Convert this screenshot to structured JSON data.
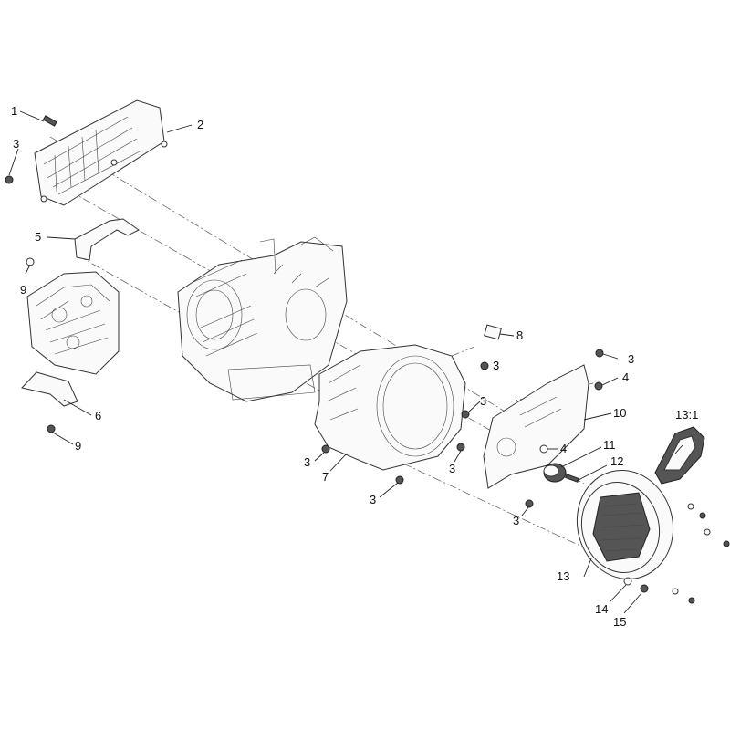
{
  "callouts": {
    "c1": "1",
    "c2": "2",
    "c3a": "3",
    "c5": "5",
    "c9a": "9",
    "c8": "8",
    "c3b": "3",
    "c4a": "4",
    "c3c": "3",
    "c10": "10",
    "c6": "6",
    "c9b": "9",
    "c3d": "3",
    "c7": "7",
    "c3e": "3",
    "c3f": "3",
    "c4b": "4",
    "c11": "11",
    "c12": "12",
    "c3g": "3",
    "c3h": "3",
    "c131": "13:1",
    "c13": "13",
    "c14": "14",
    "c15": "15"
  },
  "colors": {
    "line": "#333333",
    "dark": "#555555",
    "paper": "#ffffff"
  }
}
